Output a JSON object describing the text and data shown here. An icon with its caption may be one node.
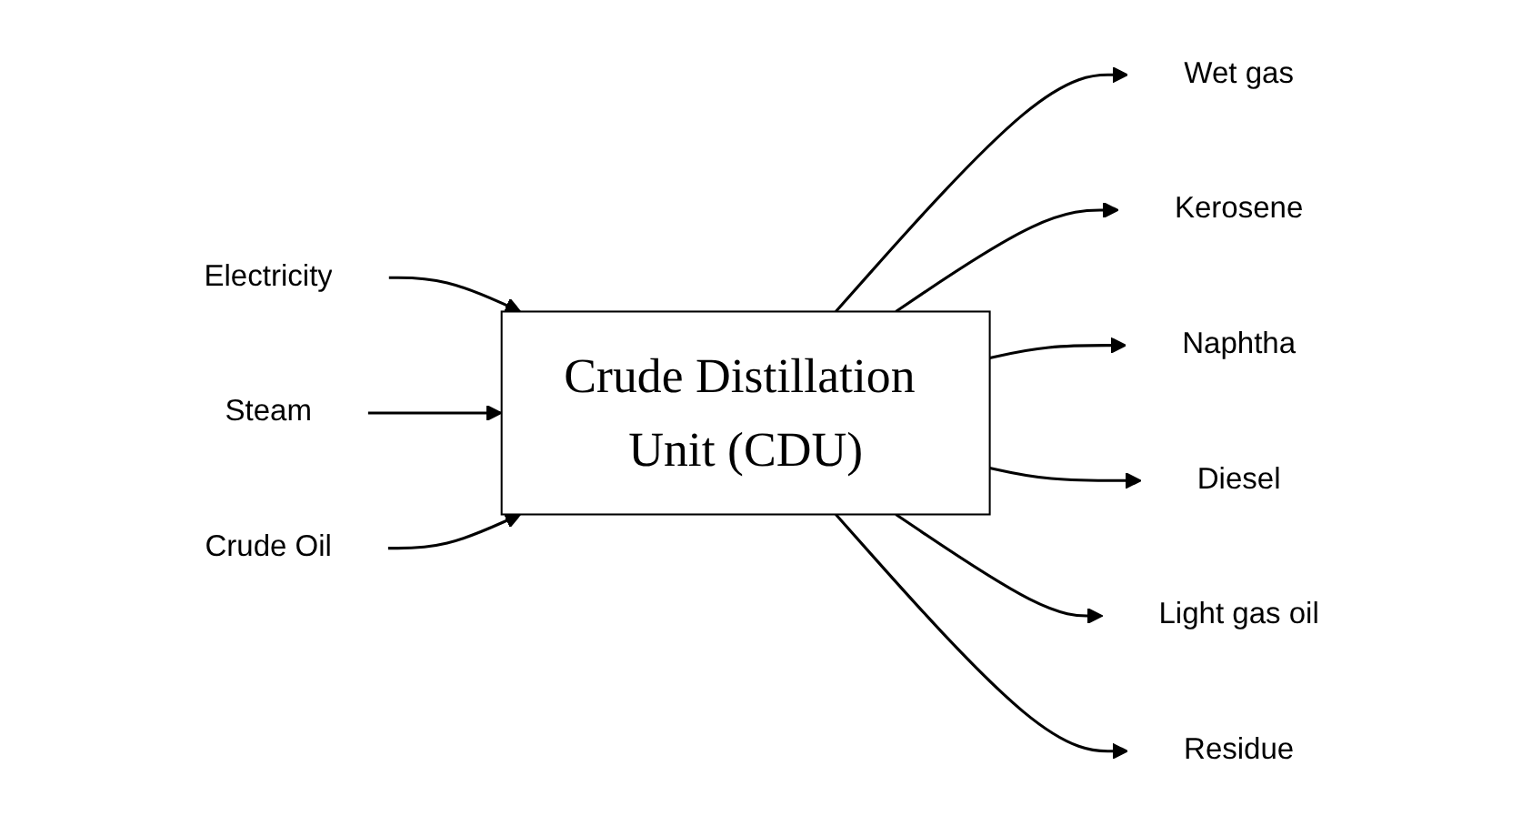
{
  "diagram": {
    "nodes": [
      {
        "text": [
          "Electricity"
        ]
      },
      {
        "text": [
          "Steam"
        ]
      },
      {
        "text": [
          "Crude Oil"
        ]
      },
      {
        "text": [
          "Crude Distillation Unit (CDU)"
        ]
      },
      {
        "text": [
          "Wet gas"
        ]
      },
      {
        "text": [
          "Kerosene"
        ]
      },
      {
        "text": [
          "Naphtha"
        ]
      },
      {
        "text": [
          "Diesel"
        ]
      },
      {
        "text": [
          "Light gas oil"
        ]
      },
      {
        "text": [
          "Residue"
        ]
      }
    ],
    "edges": [
      {
        "from": 0,
        "to": 3,
        "arrow": "to"
      },
      {
        "from": 1,
        "to": 3,
        "arrow": "to"
      },
      {
        "from": 2,
        "to": 3,
        "arrow": "to"
      },
      {
        "from": 3,
        "to": 4,
        "arrow": "to"
      },
      {
        "from": 3,
        "to": 5,
        "arrow": "to"
      },
      {
        "from": 3,
        "to": 6,
        "arrow": "to"
      },
      {
        "from": 3,
        "to": 7,
        "arrow": "to"
      },
      {
        "from": 3,
        "to": 8,
        "arrow": "to"
      },
      {
        "from": 3,
        "to": 9,
        "arrow": "to"
      }
    ]
  }
}
